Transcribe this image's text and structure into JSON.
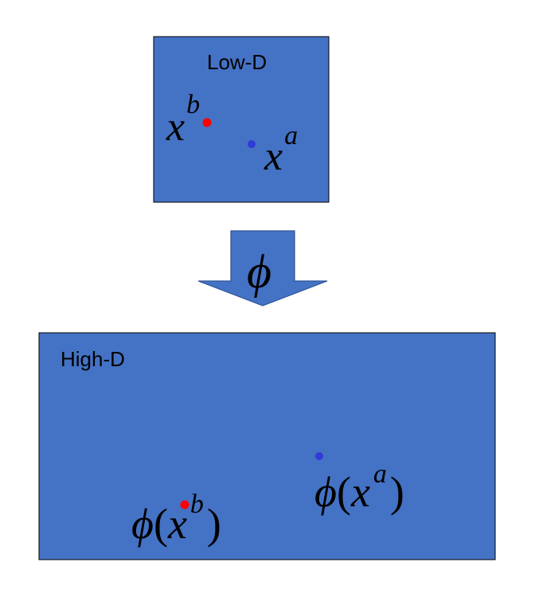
{
  "low_d": {
    "title": "Low-D",
    "point_b_label": {
      "base": "x",
      "sup": "b"
    },
    "point_a_label": {
      "base": "x",
      "sup": "a"
    }
  },
  "arrow": {
    "symbol": "ϕ"
  },
  "high_d": {
    "title": "High-D",
    "point_a_label": {
      "func": "ϕ",
      "open": "(",
      "base": "x",
      "sup": "a",
      "close": ")"
    },
    "point_b_label": {
      "func": "ϕ",
      "open": "(",
      "base": "x",
      "sup": "b",
      "close": ")"
    }
  },
  "colors": {
    "box_fill": "#4472c4",
    "point_b": "#ff0000",
    "point_a": "#2f3bd6"
  }
}
